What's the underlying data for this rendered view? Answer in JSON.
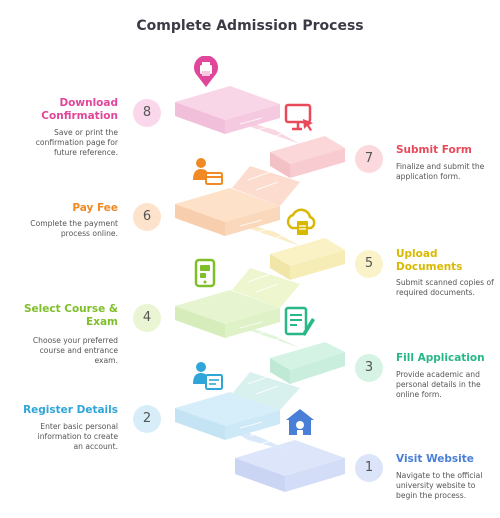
{
  "title": "Complete Admission Process",
  "steps": [
    {
      "num": "1",
      "title": "Visit Website",
      "desc": "Navigate to the official university website to begin the process.",
      "color": "#4a7fd8",
      "bg": "#dbe4f8",
      "icon": "university-icon"
    },
    {
      "num": "2",
      "title": "Register Details",
      "desc": "Enter basic personal information to create an account.",
      "color": "#2fa5d8",
      "bg": "#d7eef8",
      "icon": "user-id-card-icon"
    },
    {
      "num": "3",
      "title": "Fill Application",
      "desc": "Provide academic and personal details in the online form.",
      "color": "#27b886",
      "bg": "#d6f3e6",
      "icon": "form-pen-icon"
    },
    {
      "num": "4",
      "title": "Select Course & Exam",
      "desc": "Choose your preferred course and entrance exam.",
      "color": "#7fbf2a",
      "bg": "#e9f5d3",
      "icon": "mobile-app-icon"
    },
    {
      "num": "5",
      "title": "Upload Documents",
      "desc": "Submit scanned copies of required documents.",
      "color": "#d9b800",
      "bg": "#faf3c9",
      "icon": "cloud-upload-icon"
    },
    {
      "num": "6",
      "title": "Pay Fee",
      "desc": "Complete the payment process online.",
      "color": "#f08a24",
      "bg": "#fde3cc",
      "icon": "user-card-payment-icon"
    },
    {
      "num": "7",
      "title": "Submit Form",
      "desc": "Finalize and submit the application form.",
      "color": "#e84a5a",
      "bg": "#fbd9dc",
      "icon": "monitor-click-icon"
    },
    {
      "num": "8",
      "title": "Download Confirmation",
      "desc": "Save or print the confirmation page for future reference.",
      "color": "#e0469a",
      "bg": "#fad7ea",
      "icon": "printer-icon"
    }
  ]
}
